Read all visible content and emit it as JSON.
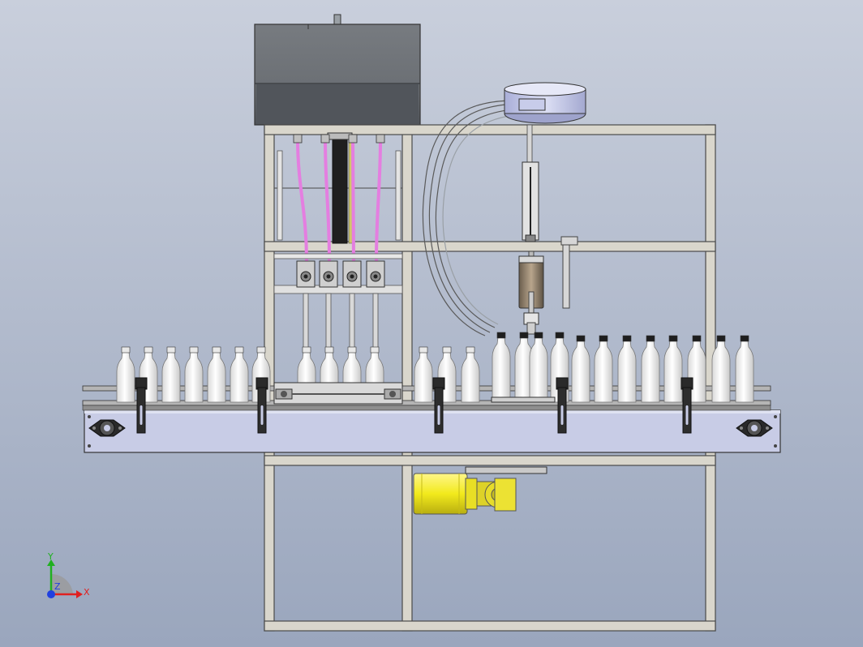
{
  "viewport": {
    "background_top": "#c9cfdc",
    "background_bottom": "#9aa6bd"
  },
  "colors": {
    "frame_fill": "#d9d6cc",
    "frame_stroke": "#4a4a4a",
    "hopper_top": "#6e7174",
    "hopper_bottom": "#4f5357",
    "conveyor_plate": "#c8cce6",
    "bottle": "#f4f4f4",
    "bottle_cap": "#1e1e1e",
    "hose": "#e47ee0",
    "motor": "#f2ea1c",
    "gearbox": "#e7dc2a",
    "nozzle_valve": "#cfcfcf"
  },
  "model": {
    "filling_nozzles": 4,
    "hopper": "storage-tank",
    "capping_head": "rotary-cap-chuck",
    "drive": "gear-motor"
  },
  "triad": {
    "x_label": "X",
    "y_label": "Y",
    "z_label": "Z",
    "x_color": "#e02020",
    "y_color": "#20b020",
    "z_color": "#2040e0"
  }
}
